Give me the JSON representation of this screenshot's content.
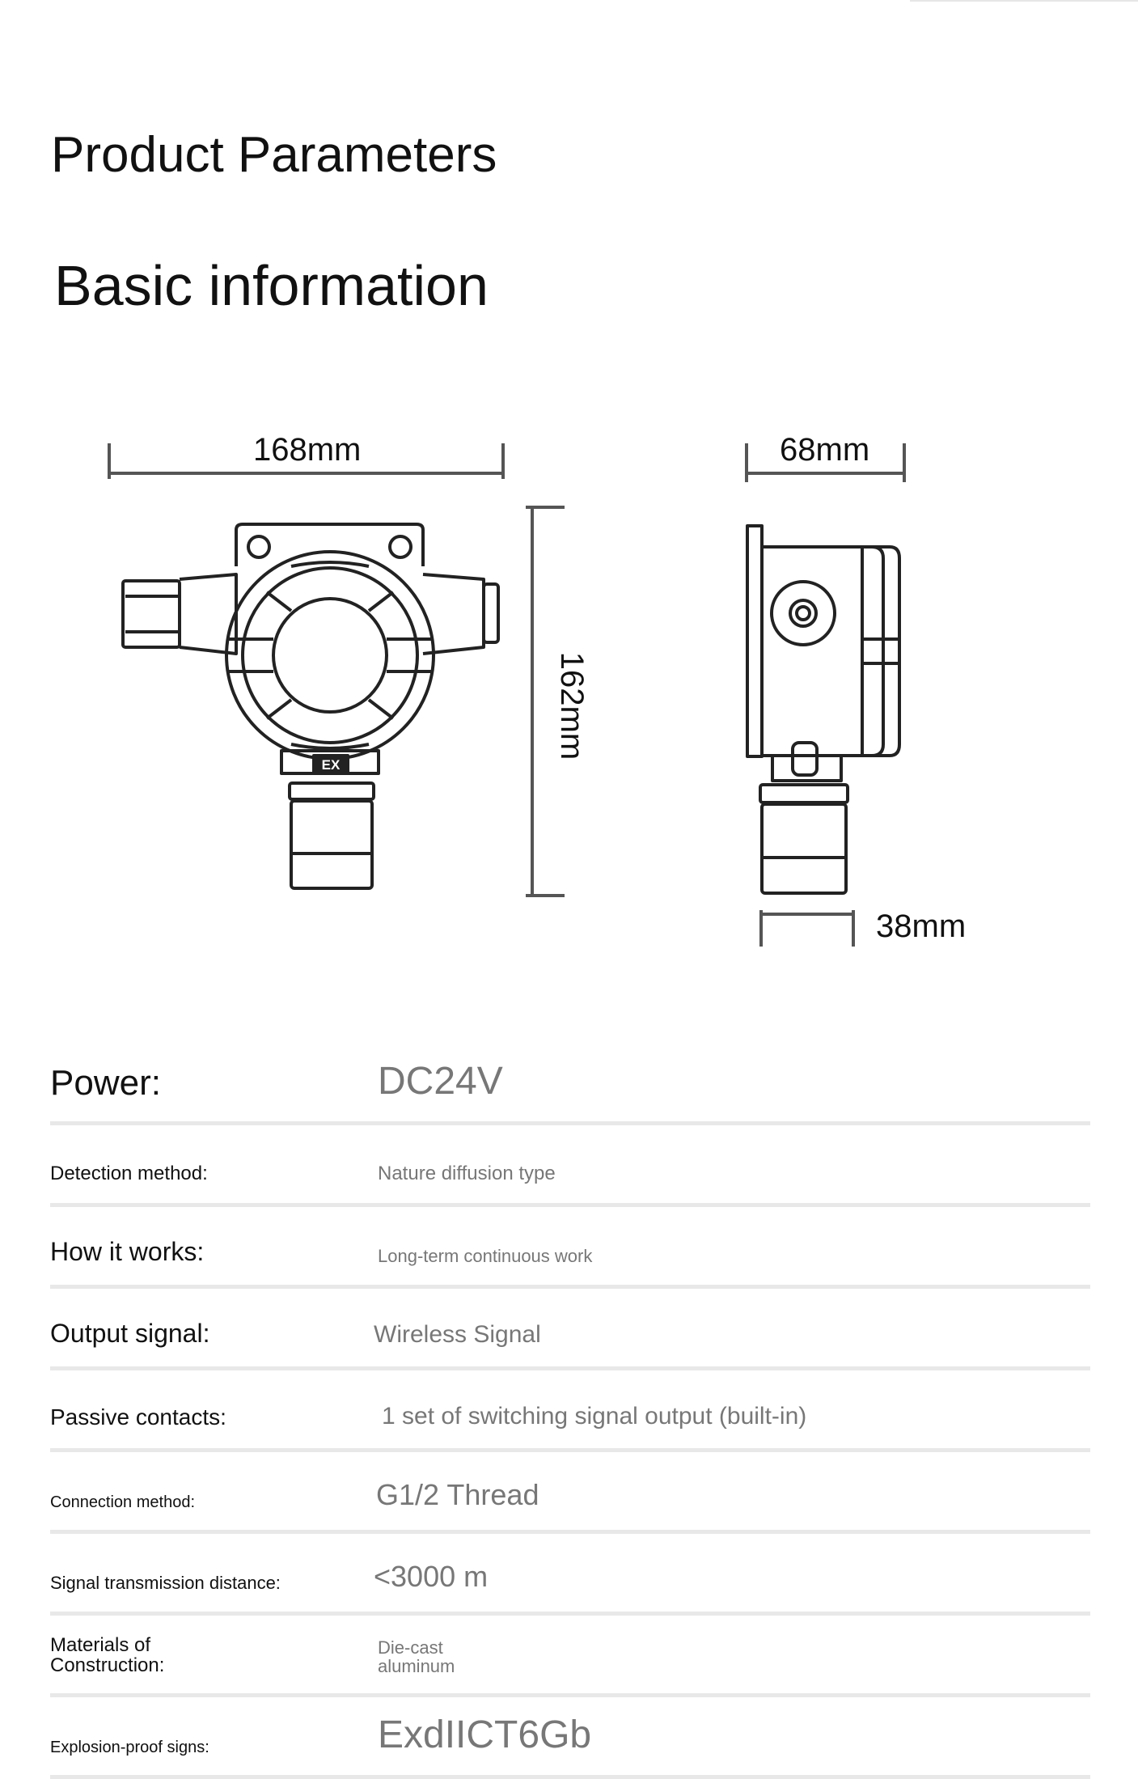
{
  "page": {
    "title": "Product Parameters",
    "subtitle": "Basic information"
  },
  "dimensions": {
    "width_front": "168mm",
    "height": "162mm",
    "width_side": "68mm",
    "sensor_diameter": "38mm",
    "ex_mark": "EX"
  },
  "specs": [
    {
      "label": "Power:",
      "value": "DC24V"
    },
    {
      "label": "Detection method:",
      "value": "Nature diffusion type"
    },
    {
      "label": "How it works:",
      "value": "Long-term continuous work"
    },
    {
      "label": "Output signal:",
      "value": "Wireless Signal"
    },
    {
      "label": "Passive contacts:",
      "value": "1 set of switching signal output (built-in)"
    },
    {
      "label": "Connection method:",
      "value": "G1/2 Thread"
    },
    {
      "label": "Signal transmission distance:",
      "value": "<3000 m"
    },
    {
      "label": "Materials of Construction:",
      "value": "Die-cast aluminum"
    },
    {
      "label": "Explosion-proof signs:",
      "value": "ExdIICT6Gb"
    }
  ],
  "colors": {
    "text": "#111111",
    "value_text": "#777777",
    "divider": "#e8e8e8",
    "dimension_line": "#555555"
  }
}
